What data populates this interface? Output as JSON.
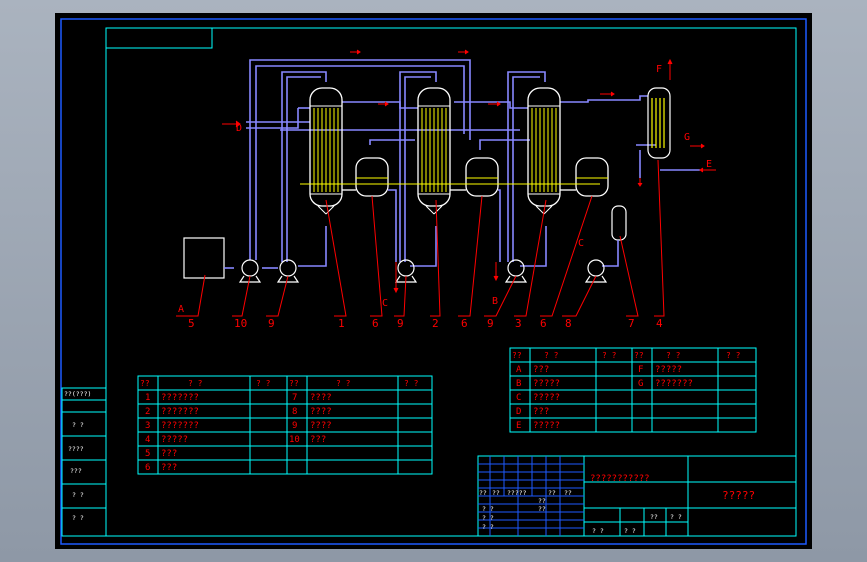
{
  "drawing": {
    "colors": {
      "background": "#000000",
      "frame": "#00ffff",
      "pipe": "#8888ff",
      "leader": "#ff0000",
      "text": "#ff0000",
      "tube": "#ffff00",
      "vessel": "#ffffff"
    },
    "callouts": [
      "5",
      "10",
      "9",
      "1",
      "6",
      "9",
      "2",
      "6",
      "9",
      "3",
      "6",
      "8",
      "7",
      "4"
    ],
    "stream_letters": {
      "A": "A",
      "D": "D",
      "C1": "C",
      "B": "B",
      "C2": "C",
      "F": "F",
      "G": "G",
      "E": "E"
    },
    "equipment_table": {
      "headers": [
        "??",
        "?  ?",
        "? ?",
        "??",
        "?  ?",
        "? ?"
      ],
      "left_rows": [
        {
          "no": "1",
          "name": "???????"
        },
        {
          "no": "2",
          "name": "???????"
        },
        {
          "no": "3",
          "name": "???????"
        },
        {
          "no": "4",
          "name": "?????"
        },
        {
          "no": "5",
          "name": "???"
        },
        {
          "no": "6",
          "name": "???"
        }
      ],
      "right_rows": [
        {
          "no": "7",
          "name": "????"
        },
        {
          "no": "8",
          "name": "????"
        },
        {
          "no": "9",
          "name": "????"
        },
        {
          "no": "10",
          "name": "???"
        }
      ]
    },
    "stream_table": {
      "headers": [
        "??",
        "?  ?",
        "? ?",
        "??",
        "?  ?",
        "? ?"
      ],
      "left_rows": [
        {
          "code": "A",
          "name": "???"
        },
        {
          "code": "B",
          "name": "?????"
        },
        {
          "code": "C",
          "name": "?????"
        },
        {
          "code": "D",
          "name": "???"
        },
        {
          "code": "E",
          "name": "?????"
        }
      ],
      "right_rows": [
        {
          "code": "F",
          "name": "?????"
        },
        {
          "code": "G",
          "name": "???????"
        }
      ]
    },
    "side_column": [
      "??(???)",
      "?  ?",
      "????",
      "???",
      "?  ?",
      "?  ?"
    ],
    "title_block": {
      "description": "???????????",
      "drawing_name": "?????",
      "row_labels": [
        "??",
        "??",
        "?????",
        "??",
        "??"
      ],
      "sign_labels": [
        "??",
        "??"
      ],
      "date_labels": [
        "? ?",
        "? ?",
        "? ?"
      ],
      "sheet_labels": [
        "?   ?",
        "?   ?",
        "??",
        "? ?"
      ]
    }
  }
}
